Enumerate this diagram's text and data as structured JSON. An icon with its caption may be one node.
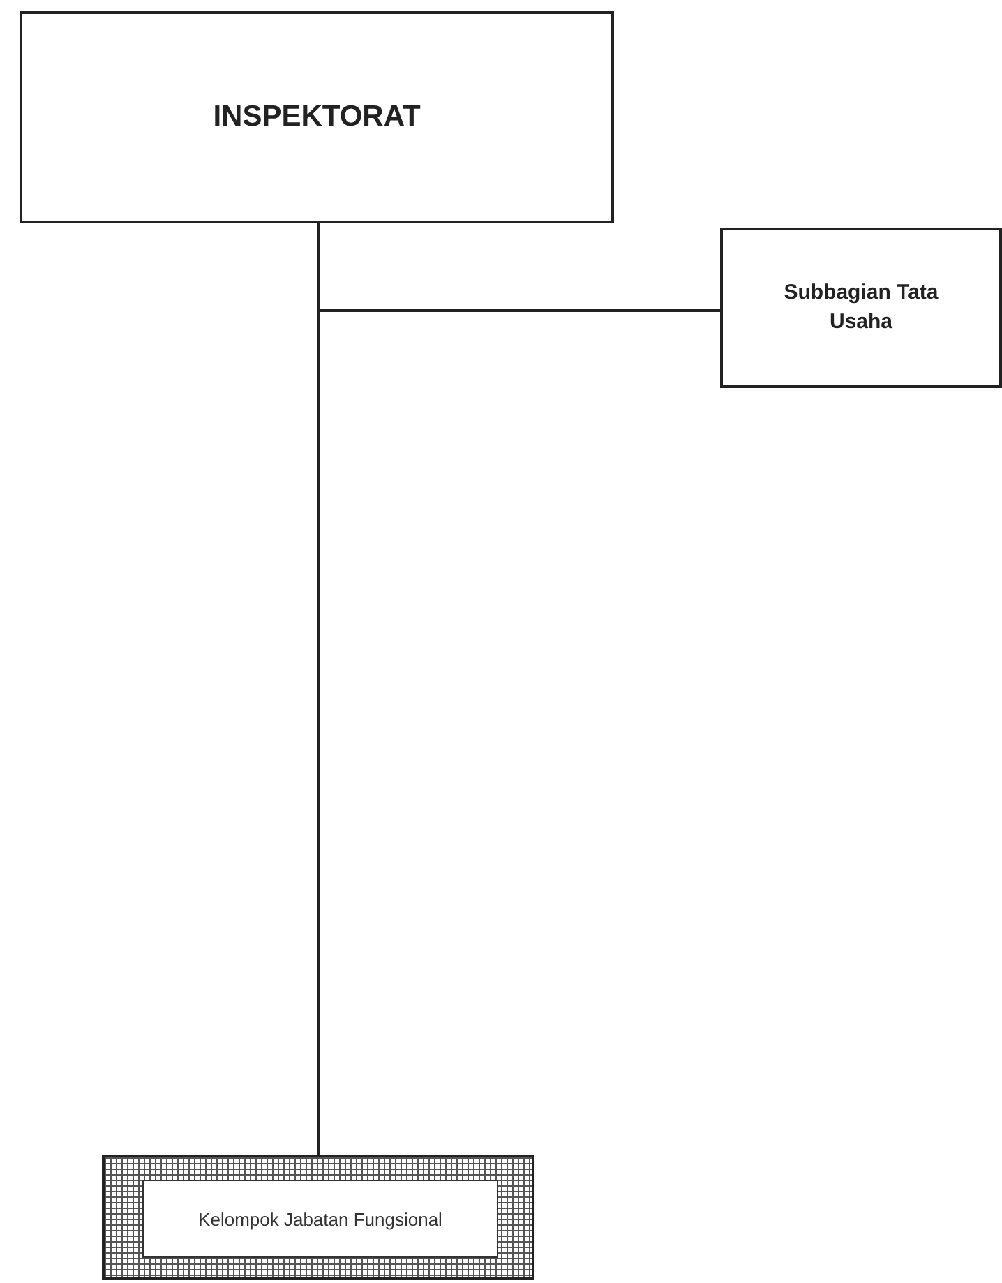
{
  "diagram": {
    "nodes": [
      {
        "text": [
          "INSPEKTORAT"
        ]
      },
      {
        "text": [
          "Subbagian Tata Usaha"
        ]
      },
      {
        "text": [
          "Kelompok Jabatan Fungsional"
        ]
      }
    ],
    "edges": [
      {
        "from": 0,
        "to": 1,
        "arrow": "none"
      },
      {
        "from": 0,
        "to": 2,
        "arrow": "none"
      }
    ]
  }
}
